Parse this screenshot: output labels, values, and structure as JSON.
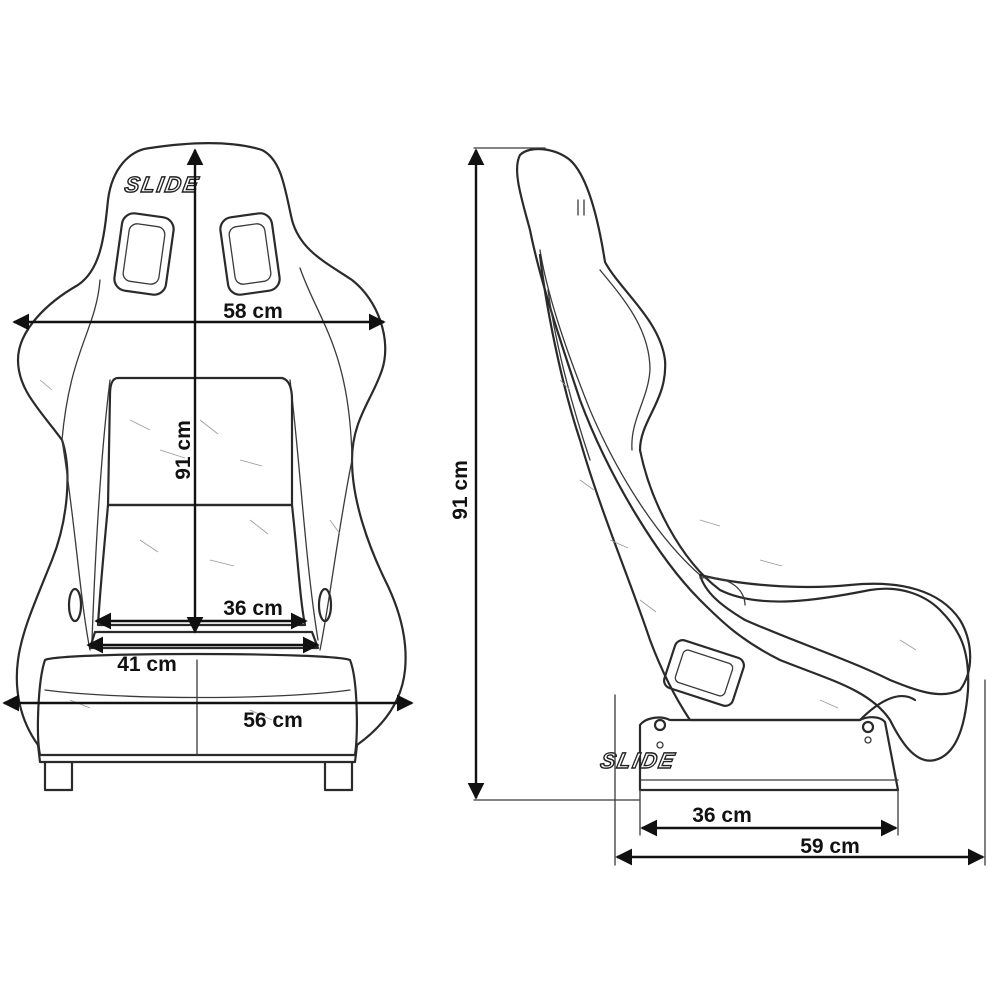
{
  "brand": {
    "logo_text": "SLIDE"
  },
  "front_view": {
    "height_label": "91 cm",
    "shoulder_width_label": "58 cm",
    "seat_width_inner_label": "36 cm",
    "seat_width_label": "41 cm",
    "base_width_label": "56 cm"
  },
  "side_view": {
    "height_label": "91 cm",
    "base_depth_label": "36 cm",
    "total_depth_label": "59 cm"
  },
  "colors": {
    "line": "#2a2a2a",
    "dimension": "#111111",
    "background": "#ffffff"
  }
}
